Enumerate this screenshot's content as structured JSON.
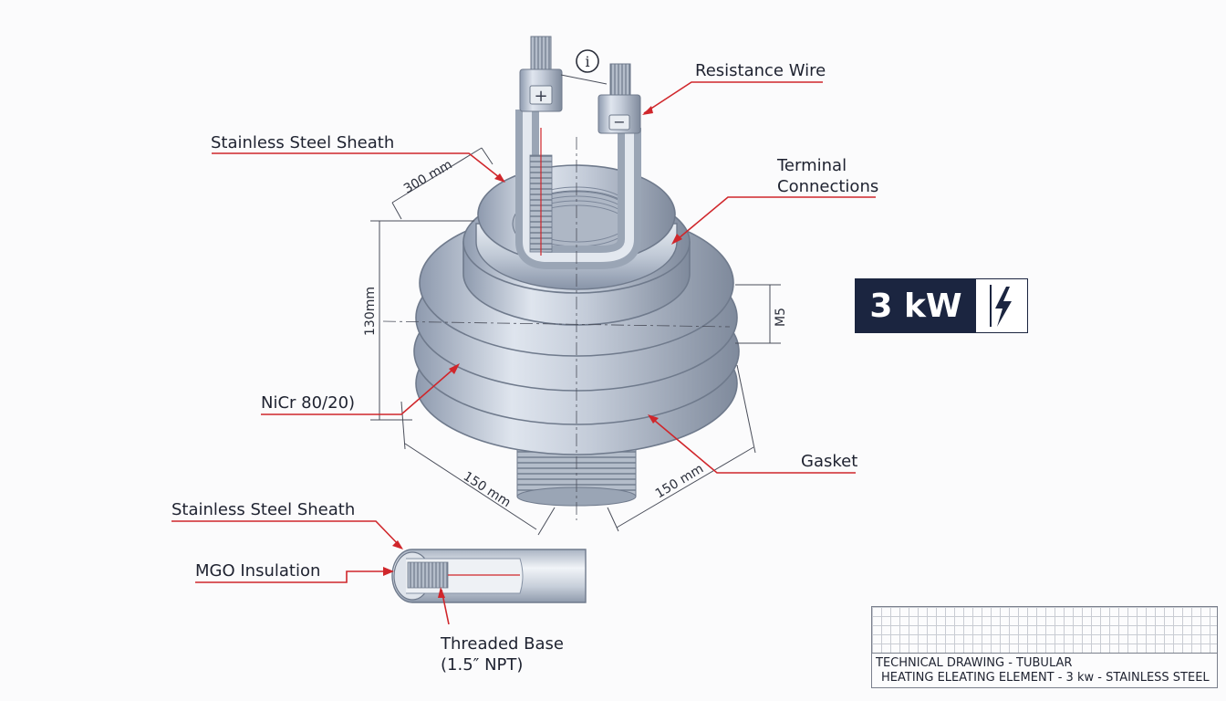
{
  "labels": {
    "resistance_wire": "Resistance Wire",
    "stainless_sheath_top": "Stainless Steel Sheath",
    "terminal_line1": "Terminal",
    "terminal_line2": "Connections",
    "nicr": "NiCr 80/20)",
    "gasket": "Gasket",
    "stainless_sheath_bottom": "Stainless Steel Sheath",
    "mgo": "MGO Insulation",
    "threaded_line1": "Threaded Base",
    "threaded_line2": "(1.5″ NPT)"
  },
  "dimensions": {
    "top_width": "300 mm",
    "height": "130mm",
    "bottom_left": "150 mm",
    "bottom_right": "150 mm",
    "thread": "M5"
  },
  "terminals": {
    "positive": "+",
    "negative": "−",
    "info": "i"
  },
  "badge": {
    "power": "3 kW",
    "icon": "lightning-bolt-icon"
  },
  "title_block": {
    "line1": "TECHNICAL DRAWING - TUBULAR",
    "line2": "HEATING ELEATING ELEMENT - 3 kw - STAINLESS STEEL"
  },
  "colors": {
    "leader": "#d0262b",
    "badge_bg": "#1b2540",
    "metal": "#c4ccd8"
  }
}
